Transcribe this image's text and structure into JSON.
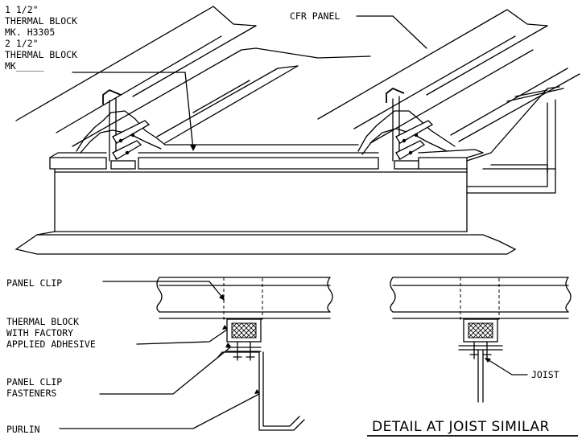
{
  "labels": {
    "thermal_block_1": [
      "1 1/2\"",
      "THERMAL BLOCK",
      "MK. H3305"
    ],
    "thermal_block_2": [
      "2 1/2\"",
      "THERMAL BLOCK",
      "MK_____"
    ],
    "cfr_panel": "CFR PANEL",
    "panel_clip": "PANEL CLIP",
    "thermal_block_adhesive": [
      "THERMAL BLOCK",
      "WITH FACTORY",
      "APPLIED ADHESIVE"
    ],
    "panel_clip_fasteners": [
      "PANEL CLIP",
      "FASTENERS"
    ],
    "purlin": "PURLIN",
    "joist": "JOIST",
    "detail_title": "DETAIL AT JOIST SIMILAR"
  }
}
